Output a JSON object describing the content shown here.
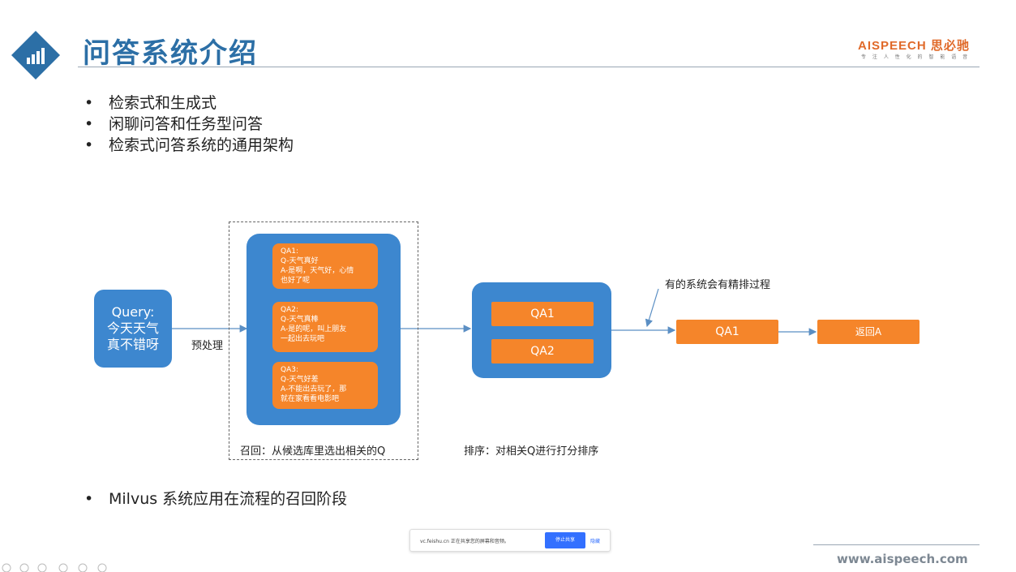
{
  "slide": {
    "title": "问答系统介绍",
    "brand": {
      "name": "AISPEECH 思必驰",
      "tagline": "专 注 人 性 化 的 智 能 语 音"
    },
    "bullets": [
      "检索式和生成式",
      "闲聊问答和任务型问答",
      "检索式问答系统的通用架构"
    ],
    "bottom_bullet": "Milvus 系统应用在流程的召回阶段",
    "footer_url": "www.aispeech.com"
  },
  "diagram": {
    "query": {
      "line1": "Query:",
      "line2": "今天天气",
      "line3": "真不错呀"
    },
    "preprocess_label": "预处理",
    "recall": {
      "caption": "召回：从候选库里选出相关的Q",
      "items": [
        {
          "title": "QA1:",
          "q": "Q-天气真好",
          "a1": "A-是啊，天气好，心情",
          "a2": "也好了呢"
        },
        {
          "title": "QA2:",
          "q": "Q-天气真棒",
          "a1": "A-是的呢，叫上朋友",
          "a2": "一起出去玩吧"
        },
        {
          "title": "QA3:",
          "q": "Q-天气好差",
          "a1": "A-不能出去玩了，那",
          "a2": "就在家看看电影吧"
        }
      ]
    },
    "rank": {
      "caption": "排序：对相关Q进行打分排序",
      "items": [
        "QA1",
        "QA2"
      ]
    },
    "rerank_note": "有的系统会有精排过程",
    "final": "QA1",
    "return": "返回A"
  },
  "share_bar": {
    "text": "vc.feishu.cn 正在共享您的屏幕和音频。",
    "stop_label": "停止共享",
    "hide_label": "隐藏"
  },
  "colors": {
    "blue_box": "#3d87cf",
    "orange_box": "#f5852a",
    "title_blue": "#2c6fa6",
    "brand_orange": "#e06a2a"
  }
}
